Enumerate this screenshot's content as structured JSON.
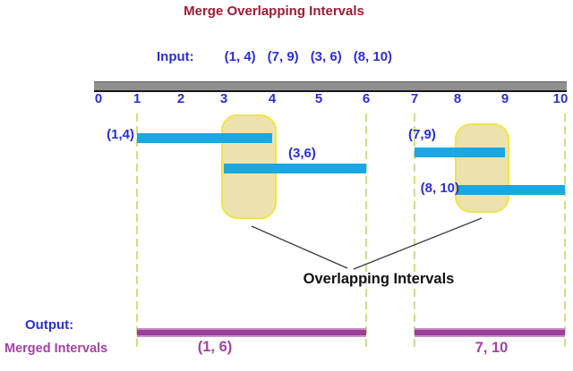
{
  "title": "Merge Overlapping Intervals",
  "input": {
    "label": "Input:",
    "intervals_text": [
      "(1, 4)",
      "(7, 9)",
      "(3, 6)",
      "(8, 10)"
    ]
  },
  "number_line": {
    "min": 0,
    "max": 10,
    "ticks": [
      "0",
      "1",
      "2",
      "3",
      "4",
      "5",
      "6",
      "7",
      "8",
      "9",
      "10"
    ]
  },
  "intervals": [
    {
      "label": "(1,4)",
      "start": 1,
      "end": 4
    },
    {
      "label": "(3,6)",
      "start": 3,
      "end": 6
    },
    {
      "label": "(7,9)",
      "start": 7,
      "end": 9
    },
    {
      "label": "(8, 10)",
      "start": 8,
      "end": 10
    }
  ],
  "overlaps": [
    {
      "start": 3,
      "end": 4
    },
    {
      "start": 8,
      "end": 9
    }
  ],
  "guides": [
    1,
    6,
    7,
    10
  ],
  "caption": "Overlapping Intervals",
  "output": {
    "label": "Output:",
    "sublabel": "Merged Intervals",
    "merged": [
      {
        "label": "(1, 6)",
        "start": 1,
        "end": 6
      },
      {
        "label": "7, 10",
        "start": 7,
        "end": 10
      }
    ]
  },
  "colors": {
    "title": "#9E1B32",
    "blue_text": "#2B2FD4",
    "bar_blue": "#1BA7DF",
    "highlight_fill": "#EBE0A8",
    "highlight_border": "#EFE23B",
    "guide_green": "#C9E08B",
    "merged_purple": "#9C3D99",
    "merged_purple_edge": "#C78FC5",
    "purple_text": "#A343A1"
  }
}
